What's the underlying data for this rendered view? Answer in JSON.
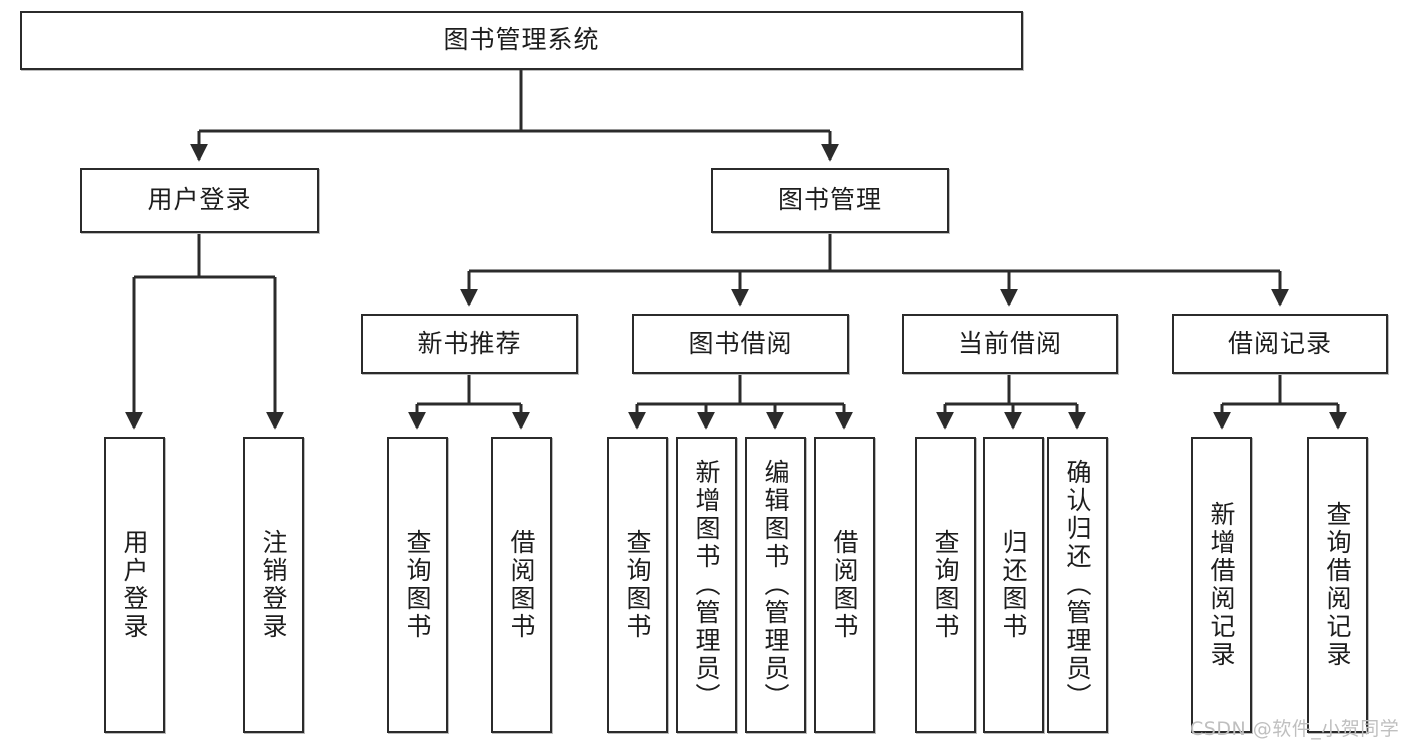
{
  "diagram": {
    "title": "图书管理系统",
    "watermark": "CSDN @软件_小贺同学",
    "colors": {
      "stroke": "#2b2b2b",
      "fill": "#ffffff",
      "text": "#1d1d1d",
      "watermark": "#bfbfbf"
    },
    "root": {
      "label": "图书管理系统"
    },
    "level2": [
      {
        "label": "用户登录"
      },
      {
        "label": "图书管理"
      }
    ],
    "level3": [
      {
        "label": "新书推荐"
      },
      {
        "label": "图书借阅"
      },
      {
        "label": "当前借阅"
      },
      {
        "label": "借阅记录"
      }
    ],
    "leaves": {
      "user_login": [
        {
          "label": "用户登录"
        },
        {
          "label": "注销登录"
        }
      ],
      "new_book_recommend": [
        {
          "label": "查询图书"
        },
        {
          "label": "借阅图书"
        }
      ],
      "book_borrow": [
        {
          "label": "查询图书"
        },
        {
          "label": "新增图书（管理员）"
        },
        {
          "label": "编辑图书（管理员）"
        },
        {
          "label": "借阅图书"
        }
      ],
      "current_borrow": [
        {
          "label": "查询图书"
        },
        {
          "label": "归还图书"
        },
        {
          "label": "确认归还（管理员）"
        }
      ],
      "borrow_records": [
        {
          "label": "新增借阅记录"
        },
        {
          "label": "查询借阅记录"
        }
      ]
    }
  }
}
